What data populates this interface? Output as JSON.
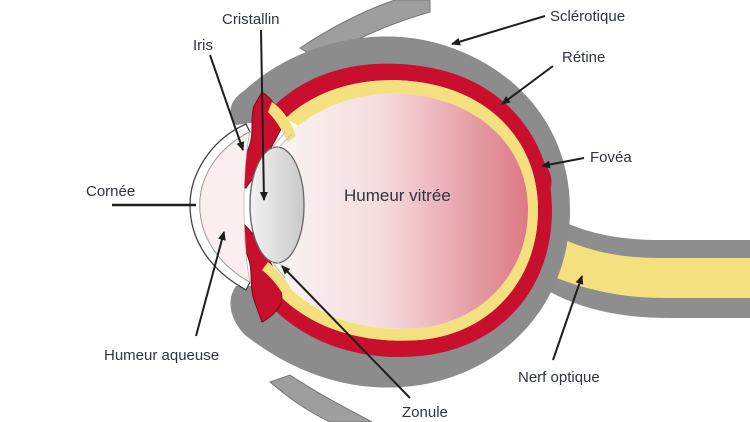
{
  "labels": {
    "cristallin": "Cristallin",
    "iris": "Iris",
    "sclerotique": "Sclérotique",
    "retine": "Rétine",
    "fovea": "Fovéa",
    "cornee": "Cornée",
    "humeur_vitree": "Humeur vitrée",
    "humeur_aqueuse": "Humeur aqueuse",
    "nerf_optique": "Nerf optique",
    "zonule": "Zonule"
  },
  "colors": {
    "sclera": "#8c8c8c",
    "retina_red": "#c8102e",
    "retina_yellow": "#f3df7a",
    "vitreous_start": "#fbf6f6",
    "vitreous_end": "#dd7884",
    "lens": "#d7d7d7",
    "muscle": "#9d9d9d",
    "arrow": "#222222"
  }
}
